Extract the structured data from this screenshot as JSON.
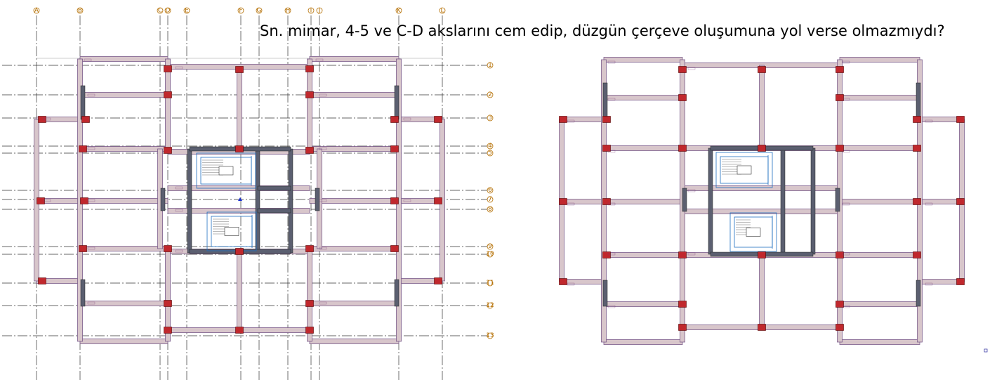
{
  "question": "Sn. mimar, 4-5 ve C-D  akslarını cem edip, düzgün çerçeve oluşumuna yol verse olmazmıydı?",
  "vertical_axes": [
    "A",
    "B",
    "C",
    "D",
    "E",
    "F",
    "G",
    "H",
    "I",
    "J",
    "K",
    "L"
  ],
  "horizontal_axes": [
    "1",
    "2",
    "3",
    "4",
    "5",
    "6",
    "7",
    "8",
    "9",
    "10",
    "11",
    "12",
    "13"
  ],
  "colors": {
    "beam_fill": "#d8c6cb",
    "beam_edge": "#7a5a8a",
    "column_fill": "#c0282d",
    "wall_fill": "#5b5f70",
    "axis_line": "#333333",
    "axis_bubble": "#b46e00",
    "stair_line": "#1f6fc0",
    "text": "#000000"
  },
  "plans": [
    "existing-plan",
    "proposed-plan"
  ]
}
